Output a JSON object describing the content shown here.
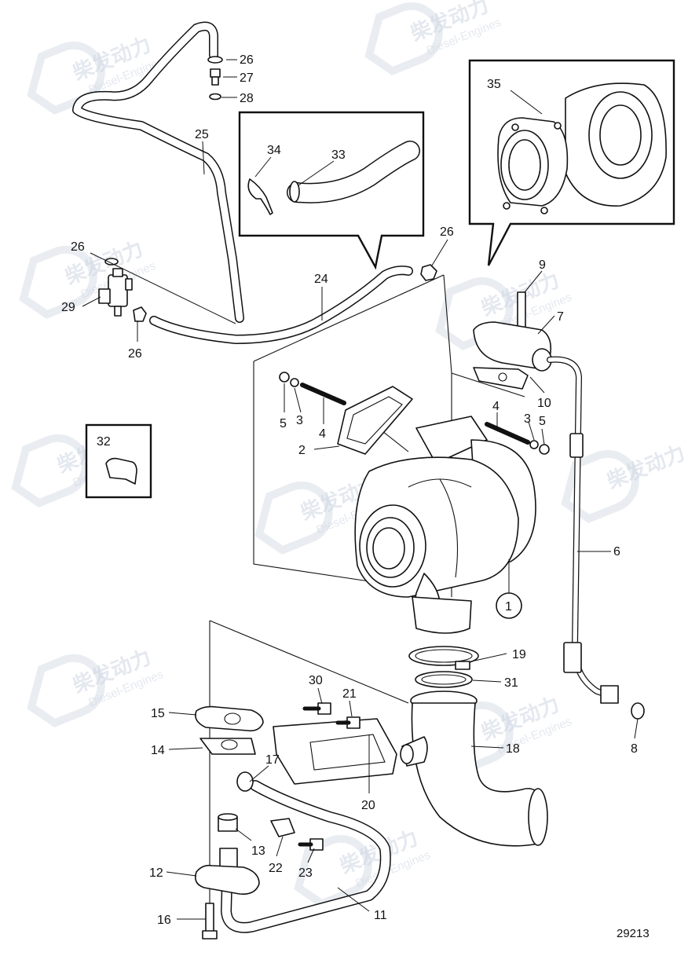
{
  "watermark": {
    "brand_cn": "柴发动力",
    "brand_en": "Diesel-Engines"
  },
  "drawing_number": "29213",
  "callouts": {
    "c1": "1",
    "c2": "2",
    "c3a": "3",
    "c3b": "3",
    "c4a": "4",
    "c4b": "4",
    "c5a": "5",
    "c5b": "5",
    "c6": "6",
    "c7": "7",
    "c8": "8",
    "c9": "9",
    "c10": "10",
    "c11": "11",
    "c12": "12",
    "c13": "13",
    "c14": "14",
    "c15": "15",
    "c16": "16",
    "c17": "17",
    "c18": "18",
    "c19": "19",
    "c20": "20",
    "c21": "21",
    "c22": "22",
    "c23": "23",
    "c24": "24",
    "c25": "25",
    "c26a": "26",
    "c26b": "26",
    "c26c": "26",
    "c26d": "26",
    "c27": "27",
    "c28": "28",
    "c29": "29",
    "c30": "30",
    "c31": "31",
    "c32": "32",
    "c33": "33",
    "c34": "34",
    "c35": "35"
  }
}
